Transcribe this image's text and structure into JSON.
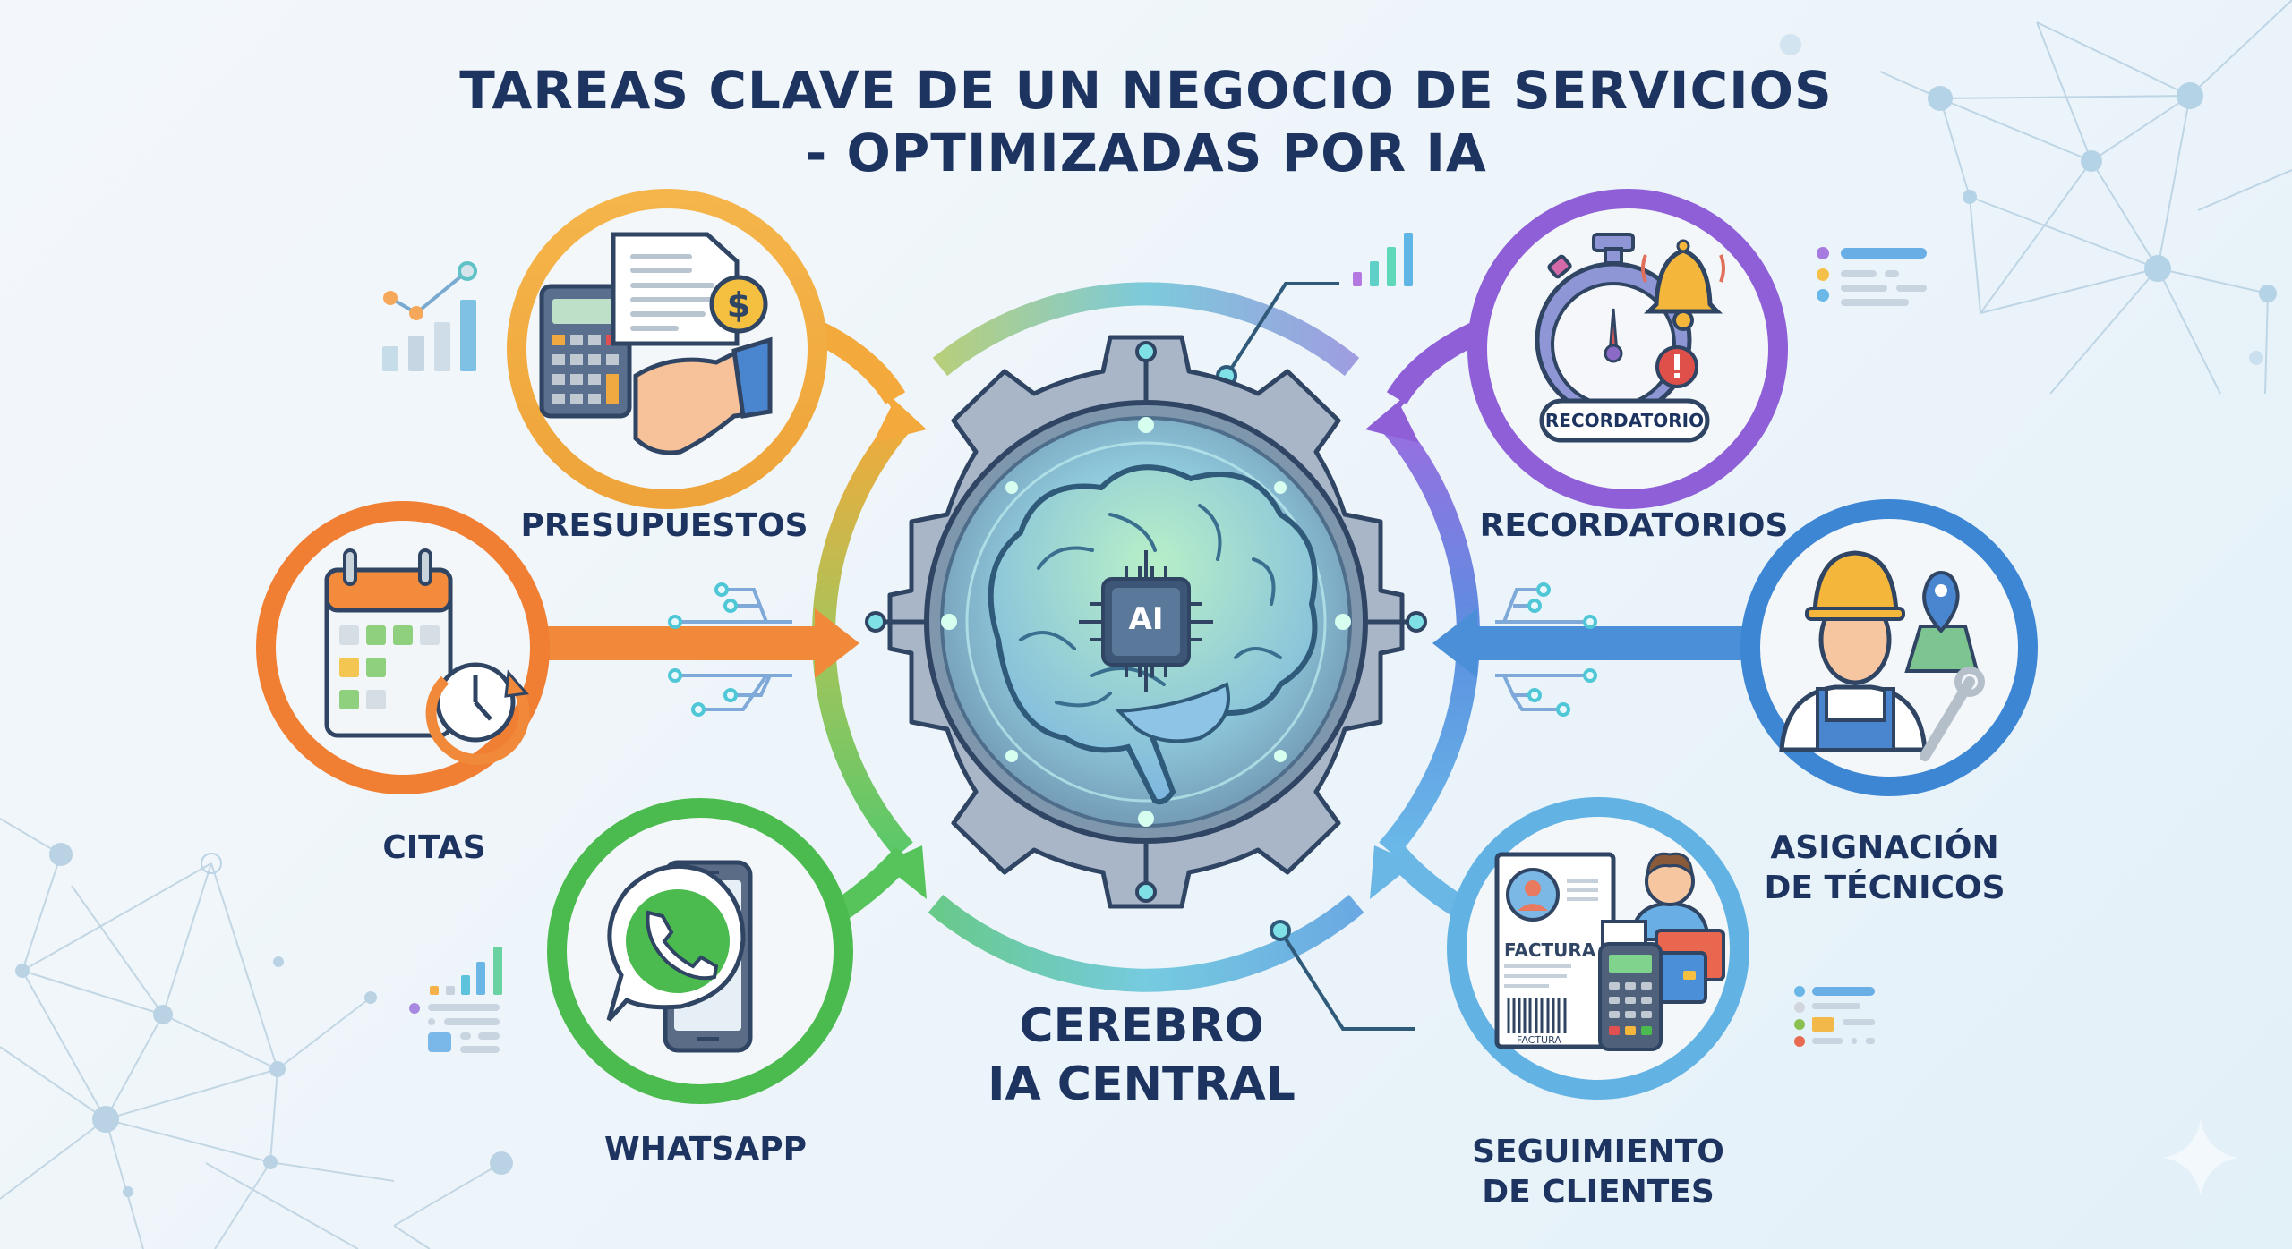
{
  "title": {
    "line1": "TAREAS CLAVE DE UN NEGOCIO DE SERVICIOS",
    "line2": "- OPTIMIZADAS POR IA"
  },
  "center": {
    "chip_label": "AI",
    "label_line1": "CEREBRO",
    "label_line2": "IA CENTRAL"
  },
  "nodes": [
    {
      "id": "presupuestos",
      "label": "PRESUPUESTOS",
      "color": "#f3a93b",
      "icon": "calculator-document-handshake-dollar-icon"
    },
    {
      "id": "citas",
      "label": "CITAS",
      "color": "#f07f34",
      "icon": "calendar-clock-icon"
    },
    {
      "id": "whatsapp",
      "label": "WHATSAPP",
      "color": "#4cbb4f",
      "icon": "whatsapp-phone-icon"
    },
    {
      "id": "recordatorios",
      "label": "RECORDATORIOS",
      "color": "#8e5fd6",
      "icon": "stopwatch-bell-alert-icon",
      "badge": "RECORDATORIO"
    },
    {
      "id": "asignacion",
      "label_line1": "ASIGNACIÓN",
      "label_line2": "DE TÉCNICOS",
      "color": "#3d86d4",
      "icon": "technician-map-wrench-icon"
    },
    {
      "id": "seguimiento",
      "label_line1": "SEGUIMIENTO",
      "label_line2": "DE CLIENTES",
      "color": "#5aaee0",
      "icon": "invoice-customer-pos-icon",
      "invoice_label": "FACTURA",
      "barcode_label": "FACTURA"
    }
  ],
  "colors": {
    "title_text": "#1d3461",
    "background": "#eef5fa",
    "gear": "#9fb0c4",
    "gear_outline": "#2f4563",
    "accent_teal": "#4fd1c5"
  }
}
